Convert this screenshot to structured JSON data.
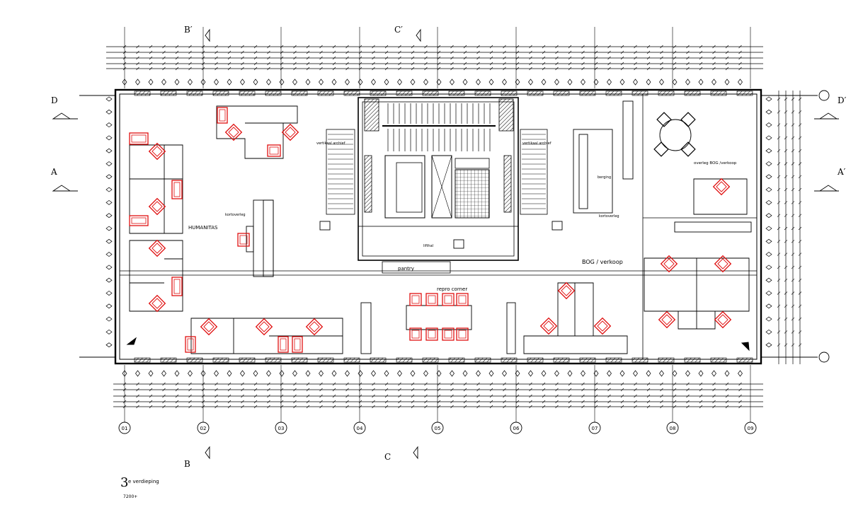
{
  "sections": {
    "top_left": "B′",
    "top_mid": "C′",
    "bottom_left": "B",
    "bottom_mid": "C",
    "left_top": "D",
    "left_mid": "A",
    "right_top": "D′",
    "right_mid": "A′"
  },
  "grid_labels": [
    "01",
    "02",
    "03",
    "04",
    "05",
    "06",
    "07",
    "08",
    "09"
  ],
  "rooms": {
    "humanitas": "HUMANITAS",
    "kortoverleg_left": "kortoverleg",
    "kortoverleg_right": "kortoverleg",
    "lifthal": "lifthal",
    "pantry": "pantry",
    "repro": "repro corner",
    "bog_verkoop": "BOG / verkoop",
    "berging": "berging",
    "stair_left": "vertikaal archief",
    "stair_right": "vertikaal archief",
    "overleg_room": "overleg BOG /verkoop"
  },
  "title": {
    "number": "3",
    "text": "e verdieping",
    "code": "7200+"
  },
  "colors": {
    "line": "#000000",
    "chair": "#e01010"
  }
}
